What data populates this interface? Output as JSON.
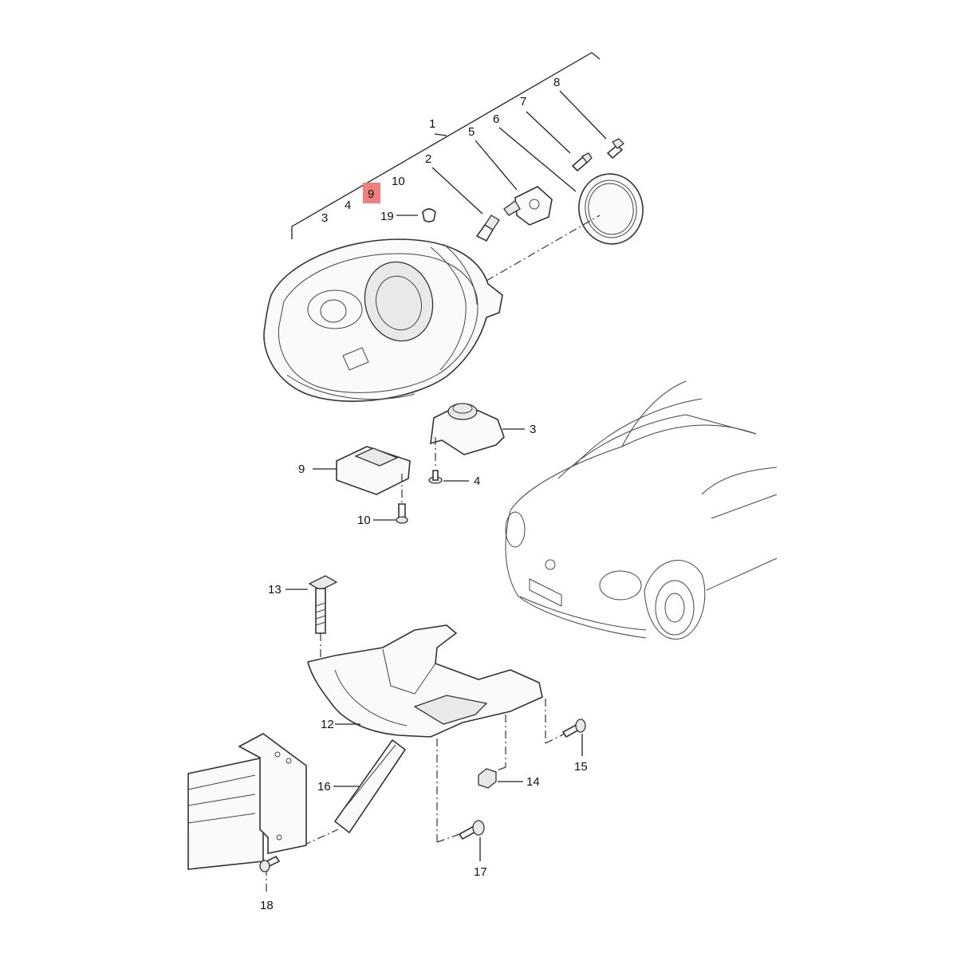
{
  "highlight_color": "#f08080",
  "labels": {
    "l1": "1",
    "l2": "2",
    "l3_top": "3",
    "l4_top": "4",
    "l5": "5",
    "l6": "6",
    "l7": "7",
    "l8": "8",
    "l9_top": "9",
    "l10_top": "10",
    "l19": "19",
    "l3": "3",
    "l4": "4",
    "l9": "9",
    "l10": "10",
    "l12": "12",
    "l13": "13",
    "l14": "14",
    "l15": "15",
    "l16": "16",
    "l17": "17",
    "l18": "18"
  }
}
